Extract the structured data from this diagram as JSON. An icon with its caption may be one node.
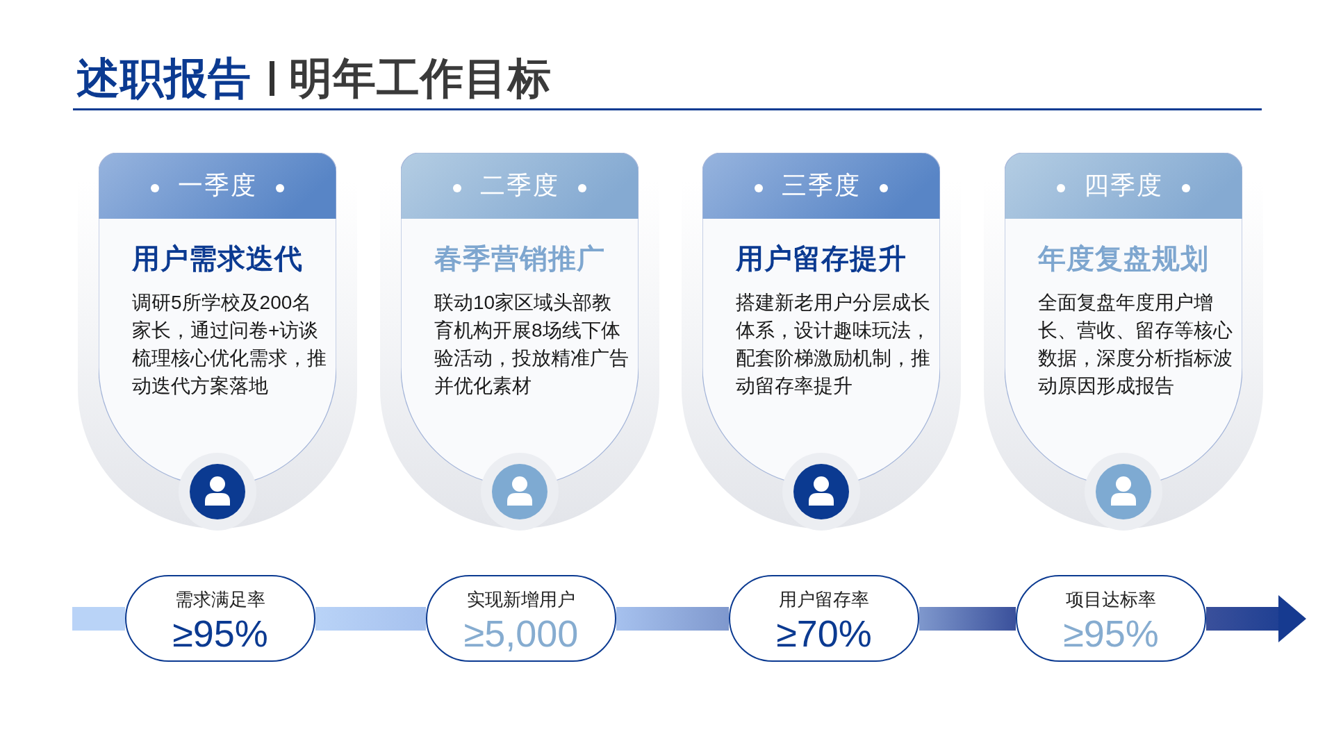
{
  "diagram": {
    "title": "述职报告",
    "nodes": [
      {
        "text": [
          "一季度",
          "用户需求迭代",
          "调研5所学校及200名家长，通过问卷+访谈梳理核心优化需求，推动迭代方案落地"
        ]
      },
      {
        "text": [
          "二季度",
          "春季营销推广",
          "联动10家区域头部教育机构开展8场线下体验活动，投放精准广告并优化素材"
        ]
      },
      {
        "text": [
          "三季度",
          "用户留存提升",
          "搭建新老用户分层成长体系，设计趣味玩法，配套阶梯激励机制，推动留存率提升"
        ]
      },
      {
        "text": [
          "四季度",
          "年度复盘规划",
          "全面复盘年度用户增长、营收、留存等核心数据，深度分析指标波动原因形成报告"
        ]
      },
      {
        "text": [
          "需求满足率",
          "≥95%"
        ]
      },
      {
        "text": [
          "实现新增用户",
          "≥5,000"
        ]
      },
      {
        "text": [
          "用户留存率",
          "≥70%"
        ]
      },
      {
        "text": [
          "项目达标率",
          "≥95%"
        ]
      }
    ],
    "edges": [
      {
        "from": null,
        "to": 4,
        "arrow": "none",
        "color": "#b9d3f7"
      },
      {
        "from": 4,
        "to": 5,
        "arrow": "none",
        "color": "#a6c1ee"
      },
      {
        "from": 5,
        "to": 6,
        "arrow": "none",
        "color": "#7f98cd"
      },
      {
        "from": 6,
        "to": 7,
        "arrow": "none",
        "color": "#3a509b"
      },
      {
        "from": 7,
        "to": null,
        "arrow": "to",
        "color": "#163a90"
      }
    ],
    "labels": [
      "明年工作目标"
    ]
  }
}
